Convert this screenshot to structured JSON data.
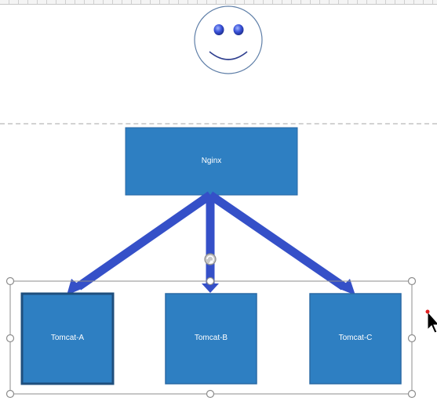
{
  "diagram": {
    "nodes": {
      "nginx": "Nginx",
      "tomcat_a": "Tomcat-A",
      "tomcat_b": "Tomcat-B",
      "tomcat_c": "Tomcat-C"
    },
    "edges": [
      {
        "from": "Nginx",
        "to": "Tomcat-A"
      },
      {
        "from": "Nginx",
        "to": "Tomcat-B"
      },
      {
        "from": "Nginx",
        "to": "Tomcat-C"
      }
    ]
  },
  "colors": {
    "box_fill": "#2e7fc2",
    "box_border": "#2a6aa5",
    "arrow": "#3550c8",
    "selection": "#8c8c8c"
  },
  "icons": [
    "smiley-face-icon",
    "rotate-handle-icon",
    "mouse-cursor-icon"
  ]
}
